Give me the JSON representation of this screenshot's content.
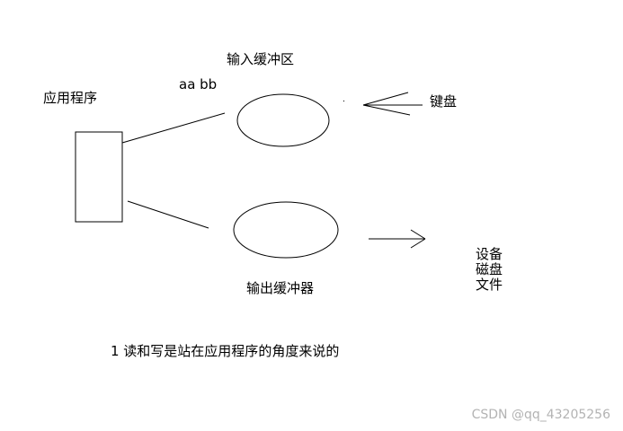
{
  "labels": {
    "application": "应用程序",
    "input_buffer": "输入缓冲区",
    "buffer_content": "aa bb",
    "keyboard": "键盘",
    "output_buffer": "输出缓冲器",
    "output_targets": [
      "设备",
      "磁盘",
      "文件"
    ],
    "note": "1 读和写是站在应用程序的角度来说的"
  },
  "watermark": "CSDN @qq_43205256",
  "colors": {
    "stroke": "#000000",
    "watermark": "#b3b3b3",
    "background": "#ffffff"
  }
}
